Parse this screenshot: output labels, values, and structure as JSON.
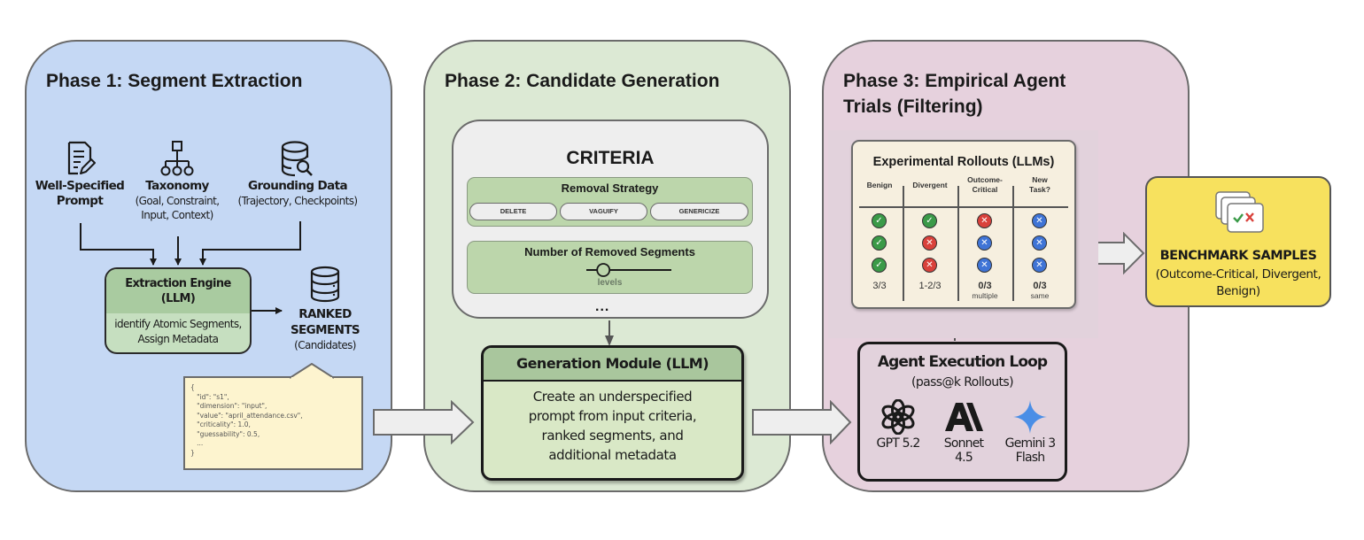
{
  "colors": {
    "phase1_bg": "#c5d8f4",
    "phase2_bg": "#dce9d4",
    "phase3_bg": "#e6d1dd",
    "benchmark_bg": "#f7e15e",
    "check_green": "#3a9a48",
    "cross_red": "#d9413b",
    "cross_blue": "#3f74d6",
    "gemini_blue": "#4a8ee6"
  },
  "phase1": {
    "title": "Phase 1: Segment Extraction",
    "inputs": [
      {
        "icon": "document-edit-icon",
        "label": "Well-Specified",
        "label2": "Prompt",
        "sub": ""
      },
      {
        "icon": "hierarchy-icon",
        "label": "Taxonomy",
        "sub": "(Goal, Constraint,",
        "sub2": "Input, Context)"
      },
      {
        "icon": "database-search-icon",
        "label": "Grounding Data",
        "sub": "(Trajectory, Checkpoints)"
      }
    ],
    "engine": {
      "title": "Extraction Engine",
      "title2": "(LLM)",
      "desc": "identify Atomic Segments,",
      "desc2": "Assign Metadata"
    },
    "ranked": {
      "icon": "database-icon",
      "title": "RANKED",
      "title2": "SEGMENTS",
      "sub": "(Candidates)"
    },
    "json_example": [
      "{",
      "   \"id\": \"s1\",",
      "   \"dimension\": \"input\",",
      "   \"value\": \"april_attendance.csv\",",
      "   \"criticality\": 1.0,",
      "   \"guessability\": 0.5,",
      "   ...",
      "}"
    ]
  },
  "phase2": {
    "title": "Phase 2: Candidate Generation",
    "criteria": {
      "title": "CRITERIA",
      "removal_strategy": {
        "title": "Removal Strategy",
        "options": [
          "DELETE",
          "VAGUIFY",
          "GENERICIZE"
        ]
      },
      "num_removed": {
        "title": "Number of Removed Segments",
        "slider_label": "levels",
        "slider_value_fraction": 0.2
      },
      "more": "..."
    },
    "generation_module": {
      "title": "Generation Module (LLM)",
      "lines": [
        "Create an underspecified",
        "prompt from input criteria,",
        "ranked segments, and",
        "additional metadata"
      ]
    }
  },
  "phase3": {
    "title": "Phase 3: Empirical Agent",
    "title2": "Trials (Filtering)",
    "rollouts": {
      "title": "Experimental Rollouts (LLMs)",
      "columns": [
        {
          "header": "Benign",
          "header2": "",
          "results": [
            "check-green",
            "check-green",
            "check-green"
          ],
          "score": "3/3",
          "note": ""
        },
        {
          "header": "Divergent",
          "header2": "",
          "results": [
            "check-green",
            "cross-red",
            "cross-red"
          ],
          "score": "1-2/3",
          "note": ""
        },
        {
          "header": "Outcome-",
          "header2": "Critical",
          "results": [
            "cross-red",
            "cross-blue",
            "cross-blue"
          ],
          "score": "0/3",
          "note": "multiple"
        },
        {
          "header": "New",
          "header2": "Task?",
          "results": [
            "cross-blue",
            "cross-blue",
            "cross-blue"
          ],
          "score": "0/3",
          "note": "same"
        }
      ]
    },
    "agent_loop": {
      "title": "Agent Execution Loop",
      "sub": "(pass@k Rollouts)",
      "models": [
        {
          "icon": "openai-logo-icon",
          "name": "GPT 5.2",
          "name2": ""
        },
        {
          "icon": "anthropic-logo-icon",
          "name": "Sonnet",
          "name2": "4.5"
        },
        {
          "icon": "gemini-logo-icon",
          "name": "Gemini 3",
          "name2": "Flash"
        }
      ]
    }
  },
  "output": {
    "icon": "stacked-cards-check-cross-icon",
    "title": "BENCHMARK SAMPLES",
    "sub": "(Outcome-Critical, Divergent,",
    "sub2": "Benign)"
  }
}
